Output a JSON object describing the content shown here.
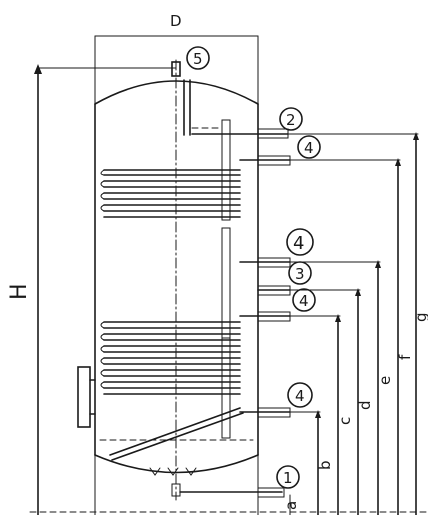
{
  "dimensions": {
    "D": "D",
    "H": "H",
    "a": "a",
    "b": "b",
    "c": "c",
    "d": "d",
    "e": "e",
    "f": "f",
    "g": "g"
  },
  "connections": {
    "c1": "1",
    "c2": "2",
    "c3": "3",
    "c4_top": "4",
    "c4_mid": "4",
    "c4_lower": "4",
    "c4_bottom": "4",
    "c5": "5"
  }
}
